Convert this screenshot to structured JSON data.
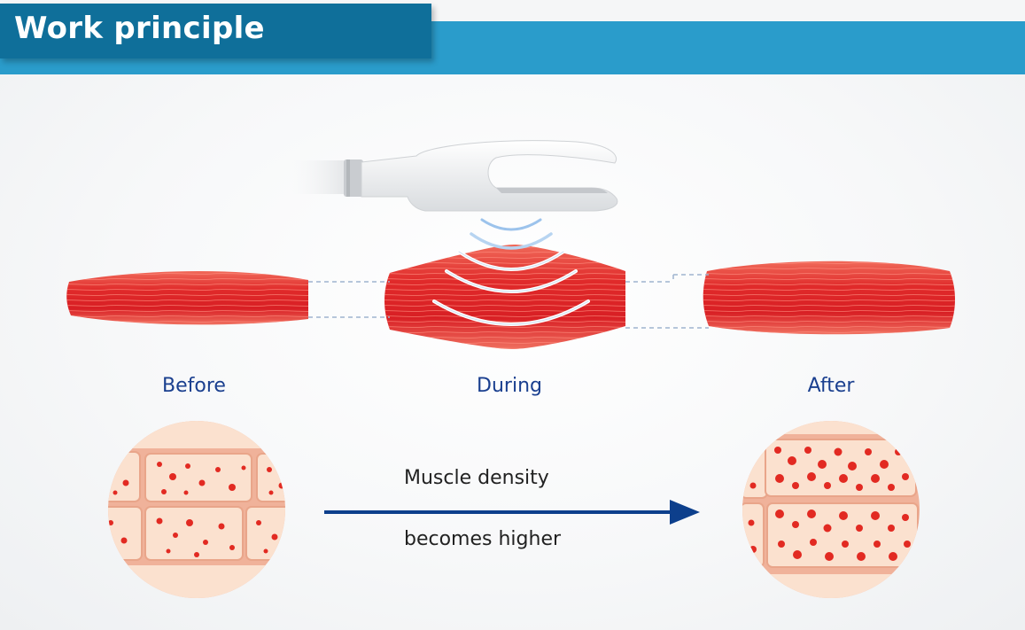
{
  "header": {
    "title": "Work principle"
  },
  "stages": {
    "before": "Before",
    "during": "During",
    "after": "After"
  },
  "arrow": {
    "line1": "Muscle density",
    "line2": "becomes higher"
  },
  "colors": {
    "header_bar": "#2a9ccb",
    "title_tab": "#0f6f9a",
    "label_text": "#1a3f8f",
    "arrow": "#0d3f8c",
    "muscle_red": "#e02a2a",
    "cell_fill": "#f8cfb2",
    "dot_red": "#e22a22"
  },
  "icons": [
    "handpiece-icon",
    "wave-icon",
    "muscle-icon",
    "tissue-icon",
    "arrow-icon"
  ]
}
